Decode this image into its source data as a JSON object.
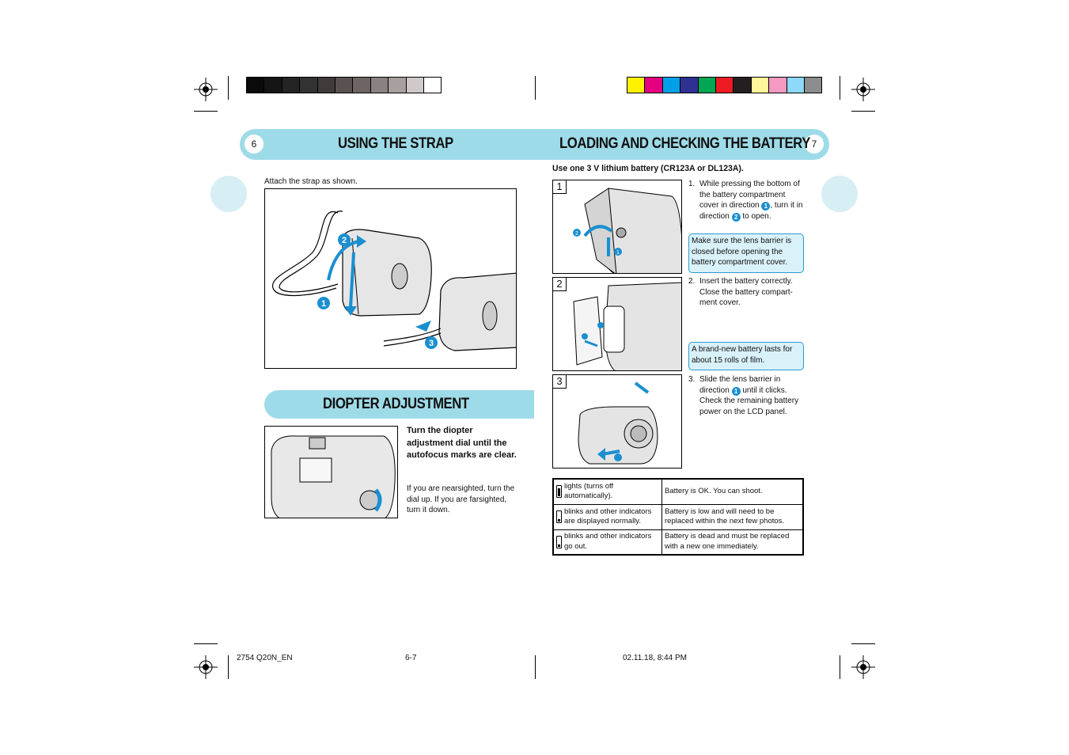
{
  "left_page": {
    "number": "6",
    "title": "USING THE STRAP",
    "intro": "Attach the strap as shown.",
    "diopter": {
      "title": "DIOPTER ADJUSTMENT",
      "bold_text": "Turn the diopter adjustment dial until the autofocus marks are clear.",
      "text": "If you are nearsighted, turn the dial up. If you are farsighted, turn it down."
    }
  },
  "right_page": {
    "number": "7",
    "title": "LOADING AND CHECKING THE BATTERY",
    "subtitle": "Use one 3 V lithium battery (CR123A or DL123A).",
    "steps": [
      {
        "label": "1",
        "n": "1.",
        "parts": [
          "While pressing the bottom of the battery compartment cover in direction ",
          "1",
          ", turn it in direction ",
          "2",
          " to open."
        ]
      },
      {
        "label": "2",
        "n": "2.",
        "text": "Insert the battery correctly. Close the battery compart- ment cover."
      },
      {
        "label": "3",
        "n": "3.",
        "parts": [
          "Slide the lens barrier in direction ",
          "1",
          " until it clicks. Check the remaining battery power on the LCD panel."
        ]
      }
    ],
    "notes": [
      "Make sure the lens barrier is closed before opening the battery compartment cover.",
      "A brand-new battery lasts for about 15 rolls of film."
    ],
    "battery_table": [
      {
        "indicator": "lights (turns off automatically).",
        "meaning": "Battery is OK. You can shoot."
      },
      {
        "indicator": "blinks and other indicators are displayed normally.",
        "meaning": "Battery is low and will need to be replaced within the next few photos."
      },
      {
        "indicator": "blinks and other indicators go out.",
        "meaning": "Battery is dead and must be replaced with a new one immediately."
      }
    ]
  },
  "footer": {
    "file": "2754 Q20N_EN",
    "pages": "6-7",
    "date": "02.11.18, 8:44 PM"
  },
  "colors": {
    "header_bar": "#9edbe8",
    "accent_blue": "#1a8fd0",
    "note_bg": "#d9f1f8",
    "gray_swatches": [
      "#0a0a0a",
      "#151515",
      "#242424",
      "#323232",
      "#3f3b3b",
      "#5a5252",
      "#6e6464",
      "#8a8282",
      "#a89f9f",
      "#cfc9c9",
      "#ffffff"
    ],
    "color_swatches": [
      "#fff200",
      "#e4007f",
      "#00a0e9",
      "#2e3192",
      "#00a651",
      "#ed1c24",
      "#231f20",
      "#fff799",
      "#f49ac1",
      "#8ed8f8",
      "#8c8c8c"
    ]
  }
}
